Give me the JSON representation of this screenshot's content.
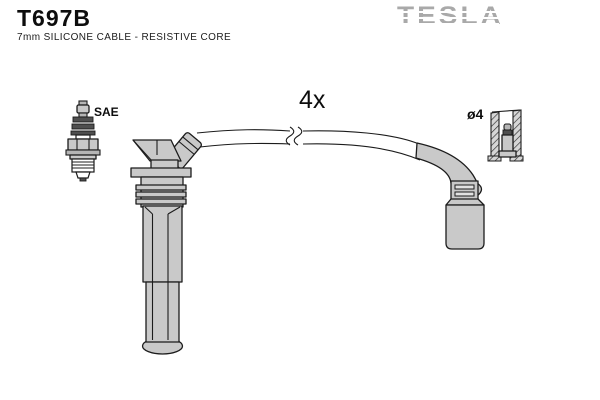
{
  "theme": {
    "bg": "#ffffff",
    "fill-gray": "#c9c9c9",
    "line": "#1c1c1c",
    "band-dark": "#4f4f4f",
    "brand-gray": "#a9a9a9",
    "text-color": "#111111"
  },
  "header": {
    "part_number": "T697B",
    "subtitle": "7mm SILICONE CABLE - RESISTIVE CORE",
    "brand": "TESLA"
  },
  "diagram": {
    "spark_plug_label": "SAE",
    "quantity_label": "4x",
    "terminal_diameter_label": "ø4"
  }
}
